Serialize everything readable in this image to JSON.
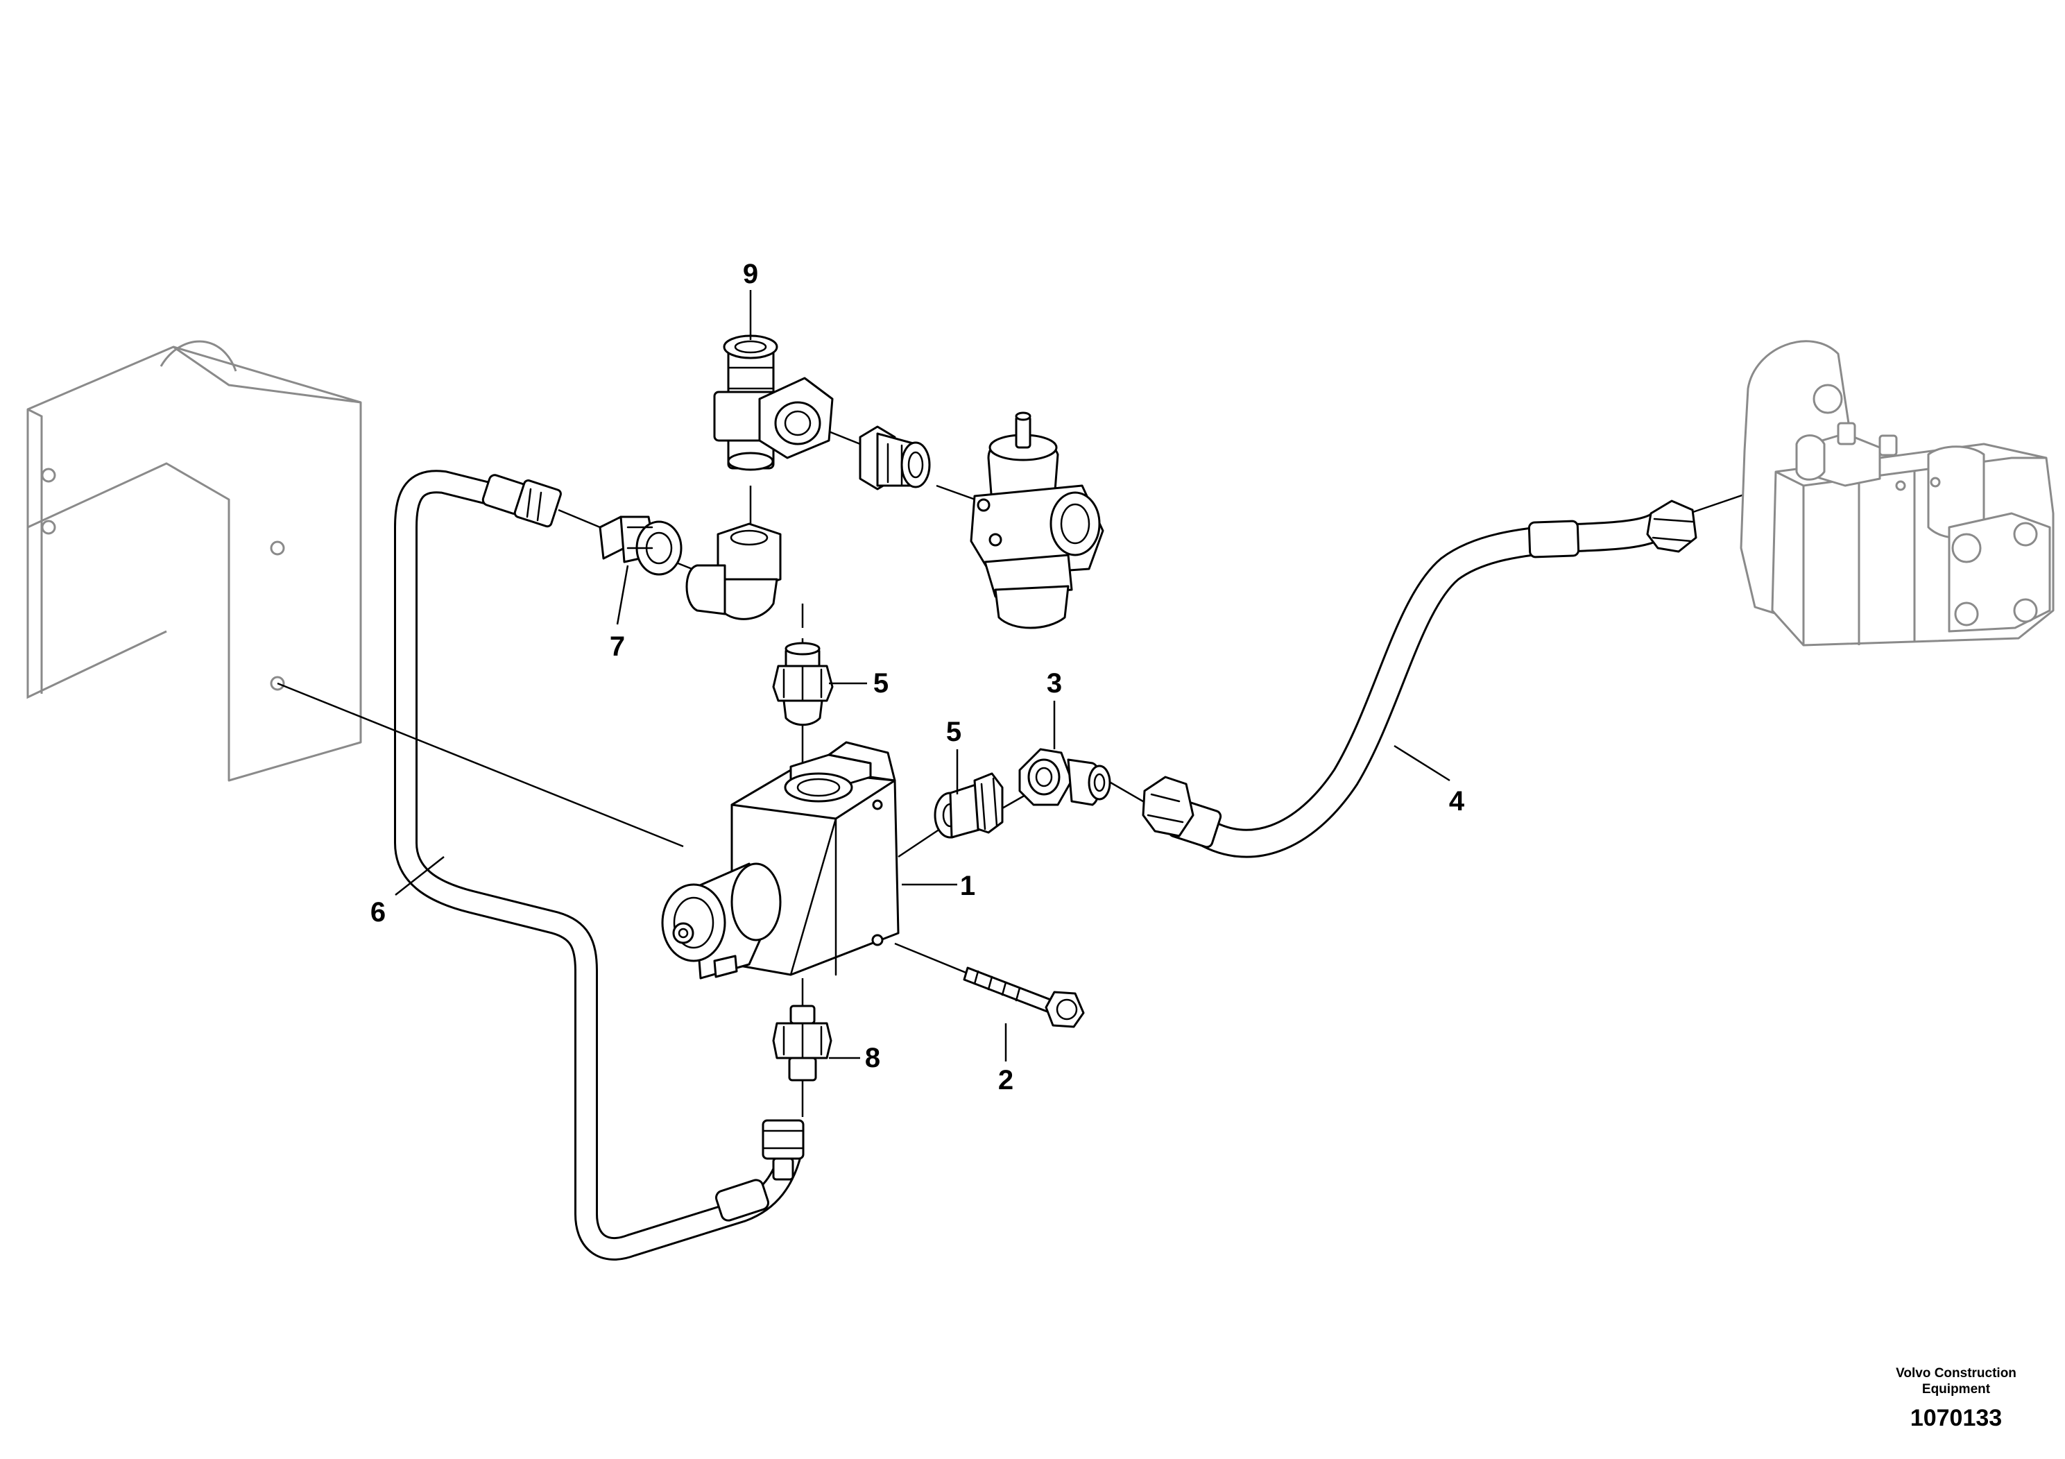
{
  "callouts": [
    {
      "id": "1",
      "text": "1"
    },
    {
      "id": "2",
      "text": "2"
    },
    {
      "id": "3",
      "text": "3"
    },
    {
      "id": "4",
      "text": "4"
    },
    {
      "id": "5a",
      "text": "5"
    },
    {
      "id": "5b",
      "text": "5"
    },
    {
      "id": "6",
      "text": "6"
    },
    {
      "id": "7",
      "text": "7"
    },
    {
      "id": "8",
      "text": "8"
    },
    {
      "id": "9",
      "text": "9"
    }
  ],
  "footer": {
    "company_line1": "Volvo Construction",
    "company_line2": "Equipment",
    "drawing_number": "1070133"
  }
}
